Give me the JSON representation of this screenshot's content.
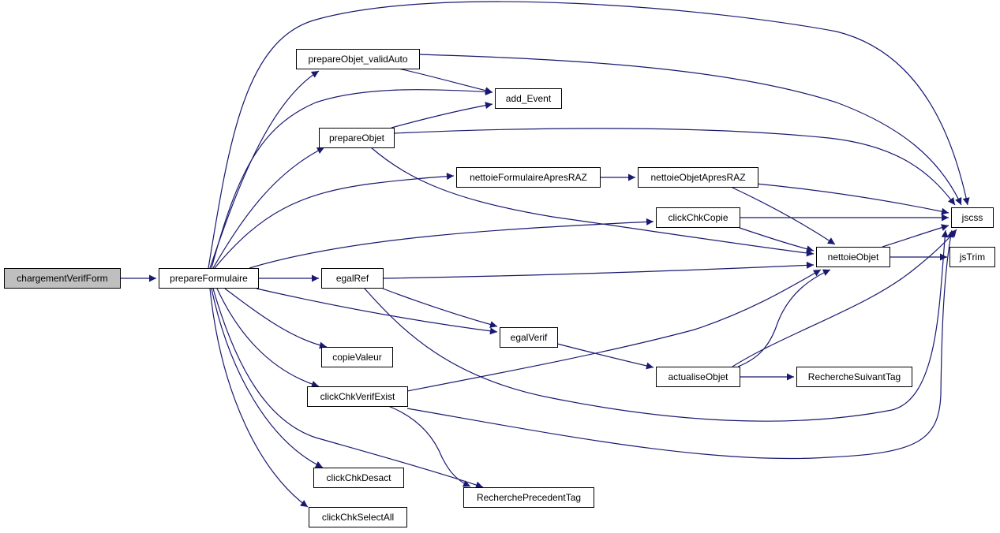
{
  "graph": {
    "colors": {
      "edge": "#191970",
      "node_fill": "#ffffff",
      "root_fill": "#bfbfbf",
      "border": "#000000"
    },
    "nodes": {
      "chargementVerifForm": {
        "label": "chargementVerifForm",
        "root": true
      },
      "prepareFormulaire": {
        "label": "prepareFormulaire"
      },
      "prepareObjet_validAuto": {
        "label": "prepareObjet_validAuto"
      },
      "add_Event": {
        "label": "add_Event"
      },
      "prepareObjet": {
        "label": "prepareObjet"
      },
      "nettoieFormulaireApresRAZ": {
        "label": "nettoieFormulaireApresRAZ"
      },
      "nettoieObjetApresRAZ": {
        "label": "nettoieObjetApresRAZ"
      },
      "clickChkCopie": {
        "label": "clickChkCopie"
      },
      "jscss": {
        "label": "jscss"
      },
      "nettoieObjet": {
        "label": "nettoieObjet"
      },
      "jsTrim": {
        "label": "jsTrim"
      },
      "egalRef": {
        "label": "egalRef"
      },
      "egalVerif": {
        "label": "egalVerif"
      },
      "copieValeur": {
        "label": "copieValeur"
      },
      "actualiseObjet": {
        "label": "actualiseObjet"
      },
      "RechercheSuivantTag": {
        "label": "RechercheSuivantTag"
      },
      "clickChkVerifExist": {
        "label": "clickChkVerifExist"
      },
      "clickChkDesact": {
        "label": "clickChkDesact"
      },
      "RecherchePrecedentTag": {
        "label": "RecherchePrecedentTag"
      },
      "clickChkSelectAll": {
        "label": "clickChkSelectAll"
      }
    },
    "edges": [
      {
        "from": "chargementVerifForm",
        "to": "prepareFormulaire"
      },
      {
        "from": "prepareFormulaire",
        "to": "prepareObjet_validAuto"
      },
      {
        "from": "prepareFormulaire",
        "to": "add_Event"
      },
      {
        "from": "prepareFormulaire",
        "to": "prepareObjet"
      },
      {
        "from": "prepareFormulaire",
        "to": "nettoieFormulaireApresRAZ"
      },
      {
        "from": "prepareFormulaire",
        "to": "clickChkCopie"
      },
      {
        "from": "prepareFormulaire",
        "to": "jscss"
      },
      {
        "from": "prepareFormulaire",
        "to": "egalRef"
      },
      {
        "from": "prepareFormulaire",
        "to": "egalVerif"
      },
      {
        "from": "prepareFormulaire",
        "to": "copieValeur"
      },
      {
        "from": "prepareFormulaire",
        "to": "clickChkVerifExist"
      },
      {
        "from": "prepareFormulaire",
        "to": "clickChkDesact"
      },
      {
        "from": "prepareFormulaire",
        "to": "RecherchePrecedentTag"
      },
      {
        "from": "prepareFormulaire",
        "to": "clickChkSelectAll"
      },
      {
        "from": "prepareObjet_validAuto",
        "to": "add_Event"
      },
      {
        "from": "prepareObjet_validAuto",
        "to": "jscss"
      },
      {
        "from": "prepareObjet",
        "to": "add_Event"
      },
      {
        "from": "prepareObjet",
        "to": "jscss"
      },
      {
        "from": "prepareObjet",
        "to": "nettoieObjet"
      },
      {
        "from": "nettoieFormulaireApresRAZ",
        "to": "nettoieObjetApresRAZ"
      },
      {
        "from": "nettoieObjetApresRAZ",
        "to": "jscss"
      },
      {
        "from": "nettoieObjetApresRAZ",
        "to": "nettoieObjet"
      },
      {
        "from": "clickChkCopie",
        "to": "jscss"
      },
      {
        "from": "clickChkCopie",
        "to": "nettoieObjet"
      },
      {
        "from": "nettoieObjet",
        "to": "jscss"
      },
      {
        "from": "nettoieObjet",
        "to": "jsTrim"
      },
      {
        "from": "egalRef",
        "to": "nettoieObjet"
      },
      {
        "from": "egalRef",
        "to": "egalVerif"
      },
      {
        "from": "egalRef",
        "to": "jscss"
      },
      {
        "from": "egalVerif",
        "to": "actualiseObjet"
      },
      {
        "from": "actualiseObjet",
        "to": "nettoieObjet"
      },
      {
        "from": "actualiseObjet",
        "to": "jscss"
      },
      {
        "from": "actualiseObjet",
        "to": "RechercheSuivantTag"
      },
      {
        "from": "clickChkVerifExist",
        "to": "nettoieObjet"
      },
      {
        "from": "clickChkVerifExist",
        "to": "RecherchePrecedentTag"
      },
      {
        "from": "clickChkVerifExist",
        "to": "jscss"
      }
    ]
  }
}
